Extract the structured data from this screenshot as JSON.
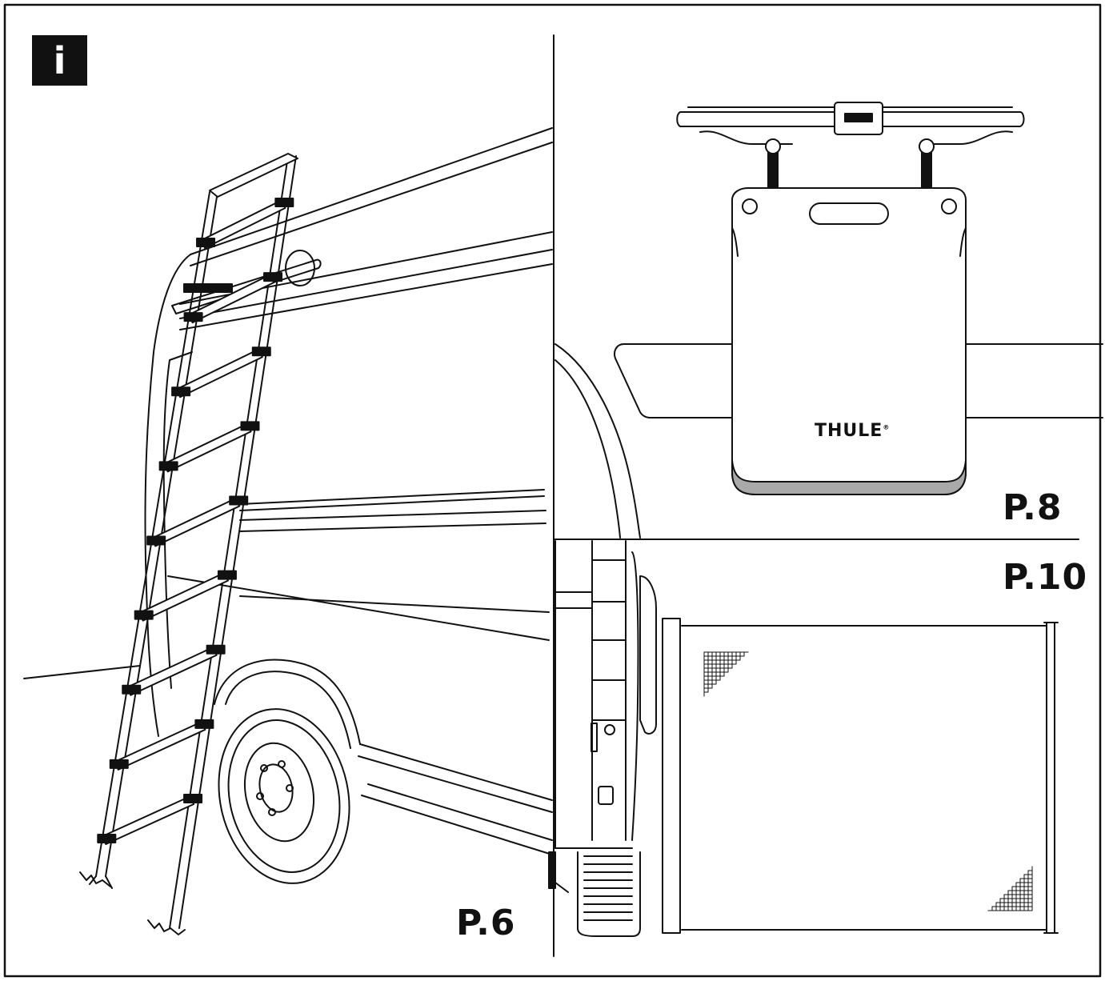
{
  "info_badge": {
    "letter": "i"
  },
  "panels": [
    {
      "id": "ladder-panel",
      "label": "P.6"
    },
    {
      "id": "bin-panel",
      "label": "P.8"
    },
    {
      "id": "screen-panel",
      "label": "P.10"
    }
  ],
  "brand_logo": "THULE",
  "colors": {
    "ink": "#111111",
    "paper": "#ffffff",
    "bin_trim": "#a9a9a9"
  }
}
